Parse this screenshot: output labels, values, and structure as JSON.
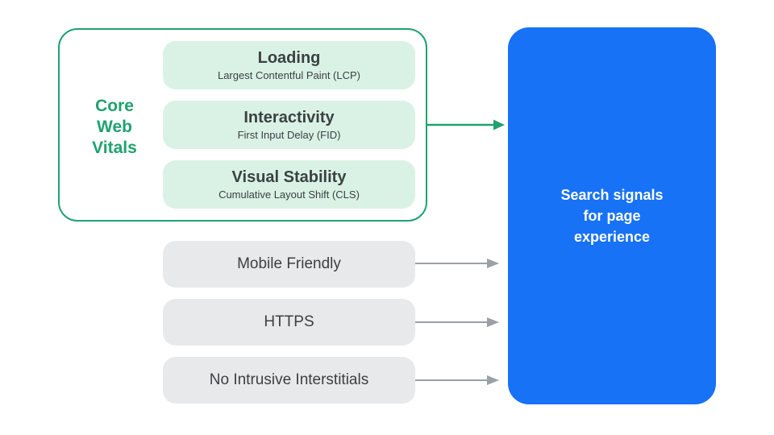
{
  "colors": {
    "green": "#1FA26E",
    "mint": "#D9F2E5",
    "pillGray": "#E8E9EB",
    "arrowGray": "#9AA0A6",
    "textDark": "#3C4043",
    "blue": "#1772F6",
    "background": "#FFFFFF"
  },
  "core_web_vitals": {
    "label": "Core\nWeb\nVitals",
    "items": [
      {
        "title": "Loading",
        "subtitle": "Largest Contentful Paint (LCP)"
      },
      {
        "title": "Interactivity",
        "subtitle": "First Input Delay (FID)"
      },
      {
        "title": "Visual Stability",
        "subtitle": "Cumulative Layout Shift (CLS)"
      }
    ]
  },
  "other_signals": [
    {
      "label": "Mobile Friendly"
    },
    {
      "label": "HTTPS"
    },
    {
      "label": "No Intrusive Interstitials"
    }
  ],
  "result": {
    "label": "Search signals\nfor page\nexperience"
  }
}
